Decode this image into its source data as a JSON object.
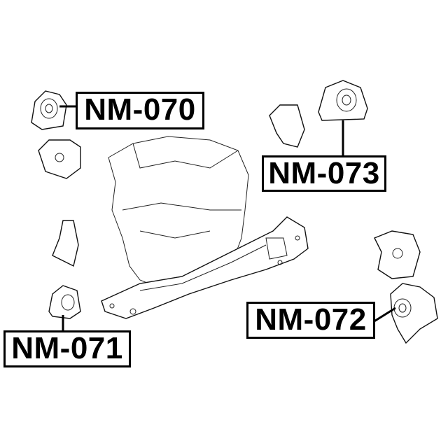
{
  "labels": {
    "nm070": "NM-070",
    "nm071": "NM-071",
    "nm072": "NM-072",
    "nm073": "NM-073"
  },
  "colors": {
    "line": "#000000",
    "background": "#ffffff"
  }
}
